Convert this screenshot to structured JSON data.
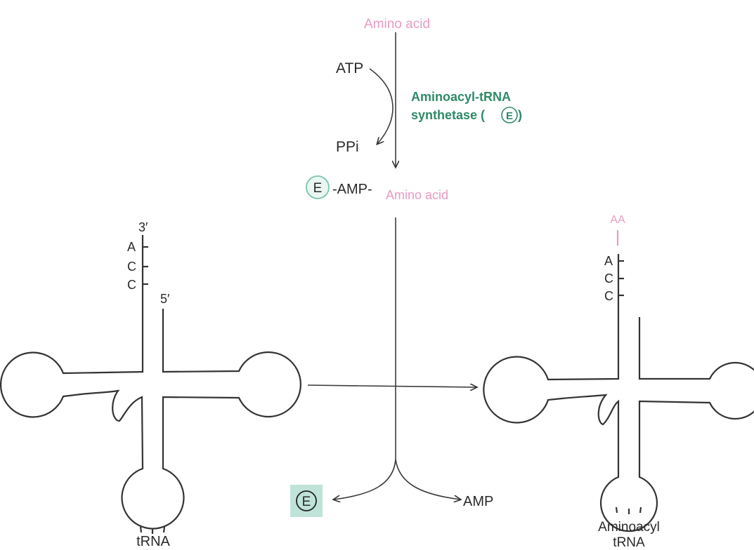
{
  "top_substrate": "Amino acid",
  "atp_label": "ATP",
  "ppi_label": "PPi",
  "enzyme_name_line1": "Aminoacyl-tRNA",
  "enzyme_name_line2": "synthetase (",
  "enzyme_symbol": "E",
  "enzyme_name_close": ")",
  "intermediate": {
    "enzyme_symbol": "E",
    "amp_part": "-AMP-",
    "amino_acid_part": "Amino acid"
  },
  "left_trna": {
    "end3_label": "3′",
    "end5_label": "5′",
    "bases": [
      "A",
      "C",
      "C"
    ],
    "caption": "tRNA"
  },
  "right_trna": {
    "aa_label": "AA",
    "bases": [
      "A",
      "C",
      "C"
    ],
    "caption_line1": "Aminoacyl",
    "caption_line2": "tRNA"
  },
  "products": {
    "enzyme_symbol": "E",
    "amp_label": "AMP"
  },
  "colors": {
    "amino_acid": "#e79ac4",
    "enzyme_text": "#2f8a68",
    "enzyme_box": "#bfe3d9",
    "line": "#333333"
  }
}
